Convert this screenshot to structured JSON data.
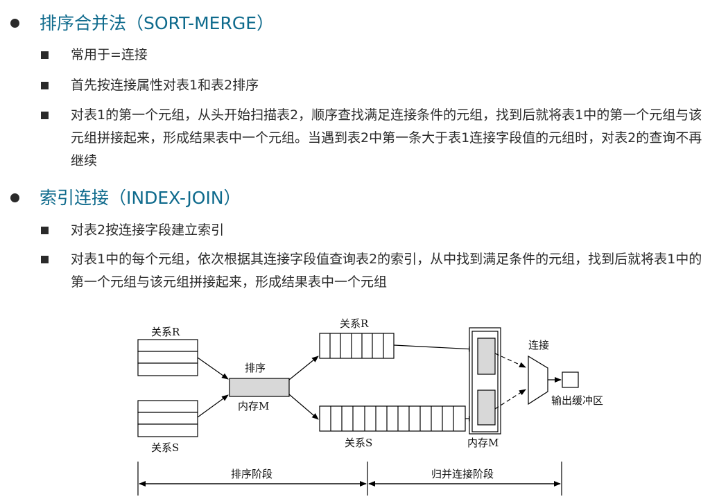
{
  "sections": [
    {
      "heading": "排序合并法（SORT-MERGE）",
      "items": [
        "常用于=连接",
        "首先按连接属性对表1和表2排序",
        "对表1的第一个元组，从头开始扫描表2，顺序查找满足连接条件的元组，找到后就将表1中的第一个元组与该元组拼接起来，形成结果表中一个元组。当遇到表2中第一条大于表1连接字段值的元组时，对表2的查询不再继续"
      ]
    },
    {
      "heading": "索引连接（INDEX-JOIN）",
      "items": [
        "对表2按连接字段建立索引",
        "对表1中的每个元组，依次根据其连接字段值查询表2的索引，从中找到满足条件的元组，找到后就将表1中的第一个元组与该元组拼接起来，形成结果表中一个元组"
      ]
    }
  ],
  "diagram": {
    "rel_r_in": "关系R",
    "rel_s_in": "关系S",
    "sort_label": "排序",
    "memory_left": "内存M",
    "rel_r_sorted": "关系R",
    "rel_s_sorted": "关系S",
    "memory_right": "内存M",
    "join_label": "连接",
    "output_label": "输出缓冲区",
    "phase_sort": "排序阶段",
    "phase_merge": "归并连接阶段"
  }
}
